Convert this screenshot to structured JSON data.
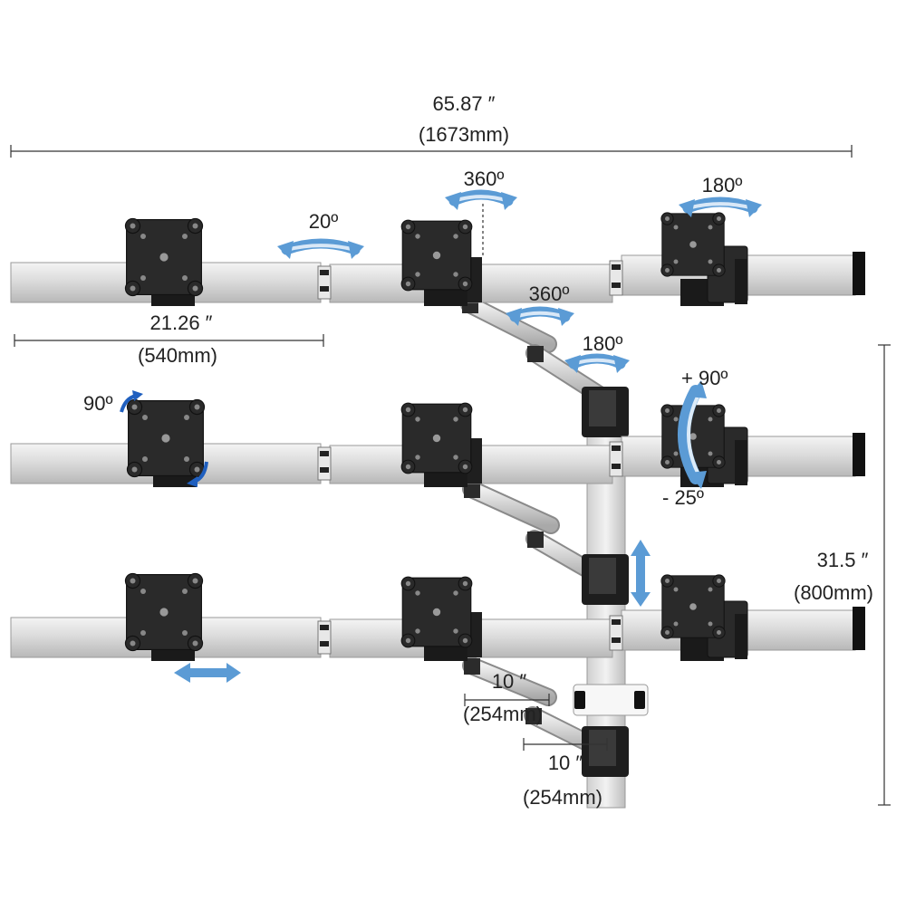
{
  "dimensions": {
    "total_width_in": "65.87 ″",
    "total_width_mm": "(1673mm)",
    "bar_length_in": "21.26 ″",
    "bar_length_mm": "(540mm)",
    "height_in": "31.5 ″",
    "height_mm": "(800mm)",
    "arm_upper_in": "10 ″",
    "arm_upper_mm": "(254mm)",
    "arm_lower_in": "10 ″",
    "arm_lower_mm": "(254mm)"
  },
  "rotations": {
    "bar_tilt": "20º",
    "mount_swivel": "360º",
    "plate_swivel": "180º",
    "arm_swivel": "360º",
    "arm_joint": "180º",
    "rotate": "90º",
    "tilt_up": "+ 90º",
    "tilt_down": "- 25º"
  },
  "colors": {
    "arrow_light": "#5b9bd5",
    "arrow_dark": "#1f5fbf",
    "bar": "#d8d8d8",
    "plate": "#2a2a2a",
    "dimension_line": "#333333"
  },
  "icons": {
    "vesa_plate": "vesa-plate-icon",
    "curved_arrow": "curved-arrow-icon",
    "double_arrow": "double-arrow-icon"
  }
}
